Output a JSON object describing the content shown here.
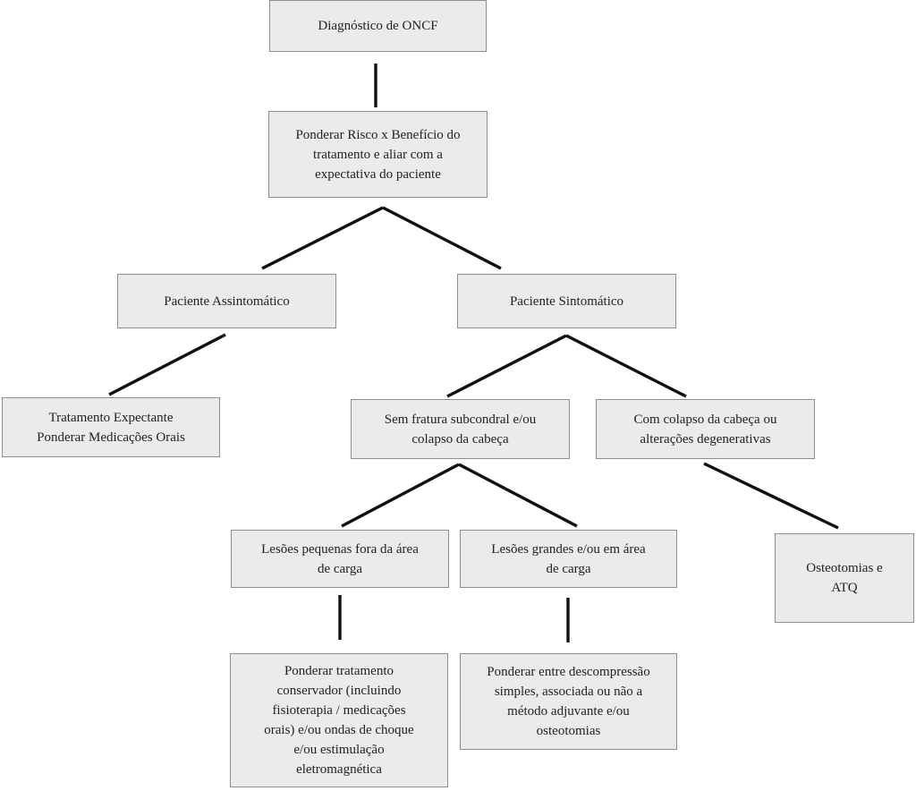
{
  "flowchart": {
    "nodes": {
      "diagnostico": "Diagnóstico de ONCF",
      "ponderar_risco": "Ponderar Risco x Benefício do\ntratamento e aliar com a\nexpectativa do paciente",
      "assintomatico": "Paciente Assintomático",
      "sintomatico": "Paciente Sintomático",
      "tratamento_expectante": "Tratamento Expectante\nPonderar Medicações Orais",
      "sem_fratura": "Sem fratura subcondral e/ou\ncolapso da cabeça",
      "com_colapso": "Com colapso da cabeça ou\nalterações degenerativas",
      "lesoes_pequenas": "Lesões pequenas fora da área\nde carga",
      "lesoes_grandes": "Lesões grandes e/ou em área\nde carga",
      "osteotomias_atq": "Osteotomias e\nATQ",
      "tratamento_conservador": "Ponderar tratamento\nconservador (incluindo\nfisioterapia / medicações\norais) e/ou ondas de choque\ne/ou estimulação\neletromagnética",
      "descompressao": "Ponderar entre descompressão\nsimples, associada ou não a\nmétodo adjuvante e/ou\nosteotomias"
    },
    "edges": [
      {
        "from": "diagnostico",
        "to": "ponderar_risco"
      },
      {
        "from": "ponderar_risco",
        "to": "assintomatico"
      },
      {
        "from": "ponderar_risco",
        "to": "sintomatico"
      },
      {
        "from": "assintomatico",
        "to": "tratamento_expectante"
      },
      {
        "from": "sintomatico",
        "to": "sem_fratura"
      },
      {
        "from": "sintomatico",
        "to": "com_colapso"
      },
      {
        "from": "sem_fratura",
        "to": "lesoes_pequenas"
      },
      {
        "from": "sem_fratura",
        "to": "lesoes_grandes"
      },
      {
        "from": "com_colapso",
        "to": "osteotomias_atq"
      },
      {
        "from": "lesoes_pequenas",
        "to": "tratamento_conservador"
      },
      {
        "from": "lesoes_grandes",
        "to": "descompressao"
      }
    ]
  }
}
